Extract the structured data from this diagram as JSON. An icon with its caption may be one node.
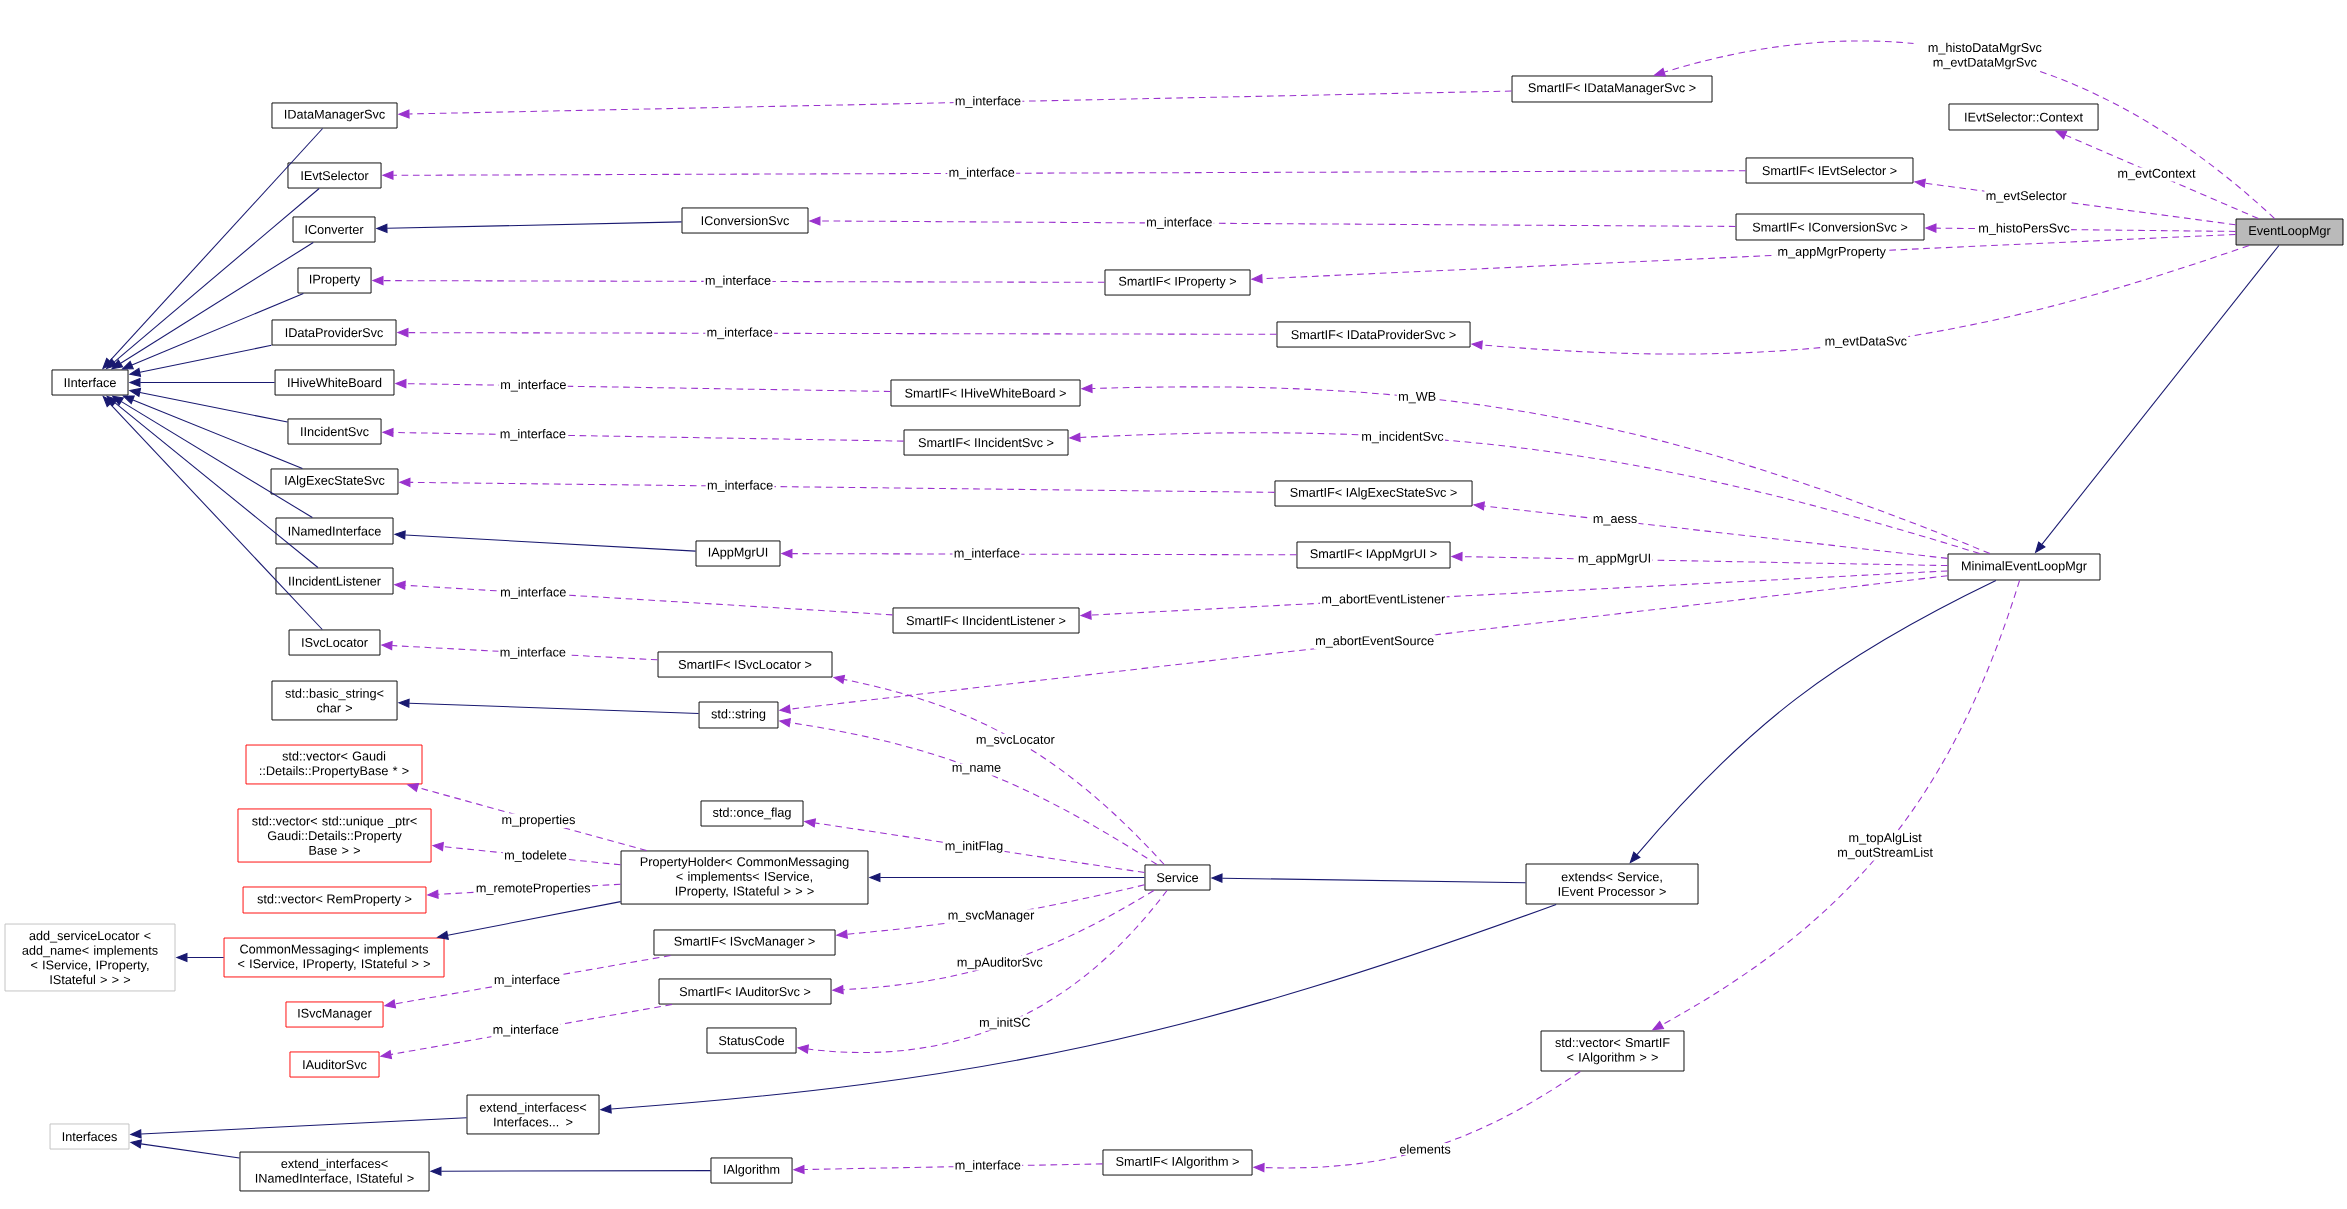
{
  "diagram": {
    "nodes": [
      {
        "text": [
          "IInterface"
        ]
      },
      {
        "text": [
          "IDataManagerSvc"
        ]
      },
      {
        "text": [
          "IEvtSelector"
        ]
      },
      {
        "text": [
          "IConverter"
        ]
      },
      {
        "text": [
          "IConversionSvc"
        ]
      },
      {
        "text": [
          "IProperty"
        ]
      },
      {
        "text": [
          "IDataProviderSvc"
        ]
      },
      {
        "text": [
          "IHiveWhiteBoard"
        ]
      },
      {
        "text": [
          "IIncidentSvc"
        ]
      },
      {
        "text": [
          "IAlgExecStateSvc"
        ]
      },
      {
        "text": [
          "INamedInterface"
        ]
      },
      {
        "text": [
          "IAppMgrUI"
        ]
      },
      {
        "text": [
          "IIncidentListener"
        ]
      },
      {
        "text": [
          "ISvcLocator"
        ]
      },
      {
        "text": [
          "std::basic_string< char >"
        ]
      },
      {
        "text": [
          "std::string"
        ]
      },
      {
        "text": [
          "std::vector< Gaudi ::Details::PropertyBase * >"
        ]
      },
      {
        "text": [
          "std::vector< std::unique _ptr< Gaudi::Details::Property Base > >"
        ]
      },
      {
        "text": [
          "std::vector< RemProperty >"
        ]
      },
      {
        "text": [
          "add_serviceLocator < add_name< implements < IService, IProperty, IStateful > > >"
        ]
      },
      {
        "text": [
          "CommonMessaging< implements < IService, IProperty, IStateful > >"
        ]
      },
      {
        "text": [
          "ISvcManager"
        ]
      },
      {
        "text": [
          "IAuditorSvc"
        ]
      },
      {
        "text": [
          "Interfaces"
        ]
      },
      {
        "text": [
          "extend_interfaces< INamedInterface, IStateful >"
        ]
      },
      {
        "text": [
          "extend_interfaces< Interfaces... >"
        ]
      },
      {
        "text": [
          "IAlgorithm"
        ]
      },
      {
        "text": [
          "SmartIF< IAlgorithm >"
        ]
      },
      {
        "text": [
          "std::once_flag"
        ]
      },
      {
        "text": [
          "PropertyHolder< CommonMessaging < implements< IService, IProperty, IStateful > > >"
        ]
      },
      {
        "text": [
          "SmartIF< ISvcManager >"
        ]
      },
      {
        "text": [
          "SmartIF< IAuditorSvc >"
        ]
      },
      {
        "text": [
          "StatusCode"
        ]
      },
      {
        "text": [
          "Service"
        ]
      },
      {
        "text": [
          "SmartIF< ISvcLocator >"
        ]
      },
      {
        "text": [
          "SmartIF< IIncidentListener >"
        ]
      },
      {
        "text": [
          "SmartIF< IDataManagerSvc >"
        ]
      },
      {
        "text": [
          "IEvtSelector::Context"
        ]
      },
      {
        "text": [
          "SmartIF< IEvtSelector >"
        ]
      },
      {
        "text": [
          "SmartIF< IConversionSvc >"
        ]
      },
      {
        "text": [
          "EventLoopMgr"
        ]
      },
      {
        "text": [
          "SmartIF< IProperty >"
        ]
      },
      {
        "text": [
          "SmartIF< IDataProviderSvc >"
        ]
      },
      {
        "text": [
          "SmartIF< IHiveWhiteBoard >"
        ]
      },
      {
        "text": [
          "SmartIF< IIncidentSvc >"
        ]
      },
      {
        "text": [
          "SmartIF< IAlgExecStateSvc >"
        ]
      },
      {
        "text": [
          "SmartIF< IAppMgrUI >"
        ]
      },
      {
        "text": [
          "MinimalEventLoopMgr"
        ]
      },
      {
        "text": [
          "extends< Service, IEvent Processor >"
        ]
      },
      {
        "text": [
          "std::vector< SmartIF < IAlgorithm > >"
        ]
      }
    ],
    "edges": [
      {
        "from": 1,
        "to": 0,
        "arrow": "to",
        "color": "#191970"
      },
      {
        "from": 2,
        "to": 0,
        "arrow": "to",
        "color": "#191970"
      },
      {
        "from": 3,
        "to": 0,
        "arrow": "to",
        "color": "#191970"
      },
      {
        "from": 5,
        "to": 0,
        "arrow": "to",
        "color": "#191970"
      },
      {
        "from": 6,
        "to": 0,
        "arrow": "to",
        "color": "#191970"
      },
      {
        "from": 7,
        "to": 0,
        "arrow": "to",
        "color": "#191970"
      },
      {
        "from": 8,
        "to": 0,
        "arrow": "to",
        "color": "#191970"
      },
      {
        "from": 9,
        "to": 0,
        "arrow": "to",
        "color": "#191970"
      },
      {
        "from": 10,
        "to": 0,
        "arrow": "to",
        "color": "#191970"
      },
      {
        "from": 12,
        "to": 0,
        "arrow": "to",
        "color": "#191970"
      },
      {
        "from": 13,
        "to": 0,
        "arrow": "to",
        "color": "#191970"
      },
      {
        "from": 4,
        "to": 3,
        "arrow": "to",
        "color": "#191970"
      },
      {
        "from": 11,
        "to": 10,
        "arrow": "to",
        "color": "#191970"
      },
      {
        "from": 15,
        "to": 14,
        "arrow": "to",
        "color": "#191970"
      },
      {
        "from": 29,
        "to": 20,
        "arrow": "to",
        "color": "#191970"
      },
      {
        "from": 20,
        "to": 19,
        "arrow": "to",
        "color": "#191970"
      },
      {
        "from": 33,
        "to": 29,
        "arrow": "to",
        "color": "#191970"
      },
      {
        "from": 48,
        "to": 33,
        "arrow": "to",
        "color": "#191970"
      },
      {
        "from": 47,
        "to": 48,
        "arrow": "to",
        "color": "#191970"
      },
      {
        "from": 40,
        "to": 47,
        "arrow": "to",
        "color": "#191970"
      },
      {
        "from": 48,
        "to": 25,
        "arrow": "to",
        "color": "#191970"
      },
      {
        "from": 25,
        "to": 23,
        "arrow": "to",
        "color": "#191970"
      },
      {
        "from": 24,
        "to": 23,
        "arrow": "to",
        "color": "#191970"
      },
      {
        "from": 26,
        "to": 24,
        "arrow": "to",
        "color": "#191970"
      },
      {
        "from": 36,
        "to": 1,
        "arrow": "to",
        "style": "dashed",
        "label": "m_interface"
      },
      {
        "from": 38,
        "to": 2,
        "arrow": "to",
        "style": "dashed",
        "label": "m_interface"
      },
      {
        "from": 39,
        "to": 4,
        "arrow": "to",
        "style": "dashed",
        "label": "m_interface"
      },
      {
        "from": 41,
        "to": 5,
        "arrow": "to",
        "style": "dashed",
        "label": "m_interface"
      },
      {
        "from": 42,
        "to": 6,
        "arrow": "to",
        "style": "dashed",
        "label": "m_interface"
      },
      {
        "from": 43,
        "to": 7,
        "arrow": "to",
        "style": "dashed",
        "label": "m_interface"
      },
      {
        "from": 44,
        "to": 8,
        "arrow": "to",
        "style": "dashed",
        "label": "m_interface"
      },
      {
        "from": 45,
        "to": 9,
        "arrow": "to",
        "style": "dashed",
        "label": "m_interface"
      },
      {
        "from": 46,
        "to": 11,
        "arrow": "to",
        "style": "dashed",
        "label": "m_interface"
      },
      {
        "from": 35,
        "to": 12,
        "arrow": "to",
        "style": "dashed",
        "label": "m_interface"
      },
      {
        "from": 34,
        "to": 13,
        "arrow": "to",
        "style": "dashed",
        "label": "m_interface"
      },
      {
        "from": 30,
        "to": 21,
        "arrow": "to",
        "style": "dashed",
        "label": "m_interface"
      },
      {
        "from": 31,
        "to": 22,
        "arrow": "to",
        "style": "dashed",
        "label": "m_interface"
      },
      {
        "from": 27,
        "to": 26,
        "arrow": "to",
        "style": "dashed",
        "label": "m_interface"
      },
      {
        "from": 40,
        "to": 36,
        "arrow": "to",
        "style": "dashed",
        "label": "m_histoDataMgrSvc m_evtDataMgrSvc"
      },
      {
        "from": 40,
        "to": 37,
        "arrow": "to",
        "style": "dashed",
        "label": "m_evtContext"
      },
      {
        "from": 40,
        "to": 38,
        "arrow": "to",
        "style": "dashed",
        "label": "m_evtSelector"
      },
      {
        "from": 40,
        "to": 39,
        "arrow": "to",
        "style": "dashed",
        "label": "m_histoPersSvc"
      },
      {
        "from": 40,
        "to": 41,
        "arrow": "to",
        "style": "dashed",
        "label": "m_appMgrProperty"
      },
      {
        "from": 40,
        "to": 42,
        "arrow": "to",
        "style": "dashed",
        "label": "m_evtDataSvc"
      },
      {
        "from": 47,
        "to": 43,
        "arrow": "to",
        "style": "dashed",
        "label": "m_WB"
      },
      {
        "from": 47,
        "to": 44,
        "arrow": "to",
        "style": "dashed",
        "label": "m_incidentSvc"
      },
      {
        "from": 47,
        "to": 45,
        "arrow": "to",
        "style": "dashed",
        "label": "m_aess"
      },
      {
        "from": 47,
        "to": 46,
        "arrow": "to",
        "style": "dashed",
        "label": "m_appMgrUI"
      },
      {
        "from": 47,
        "to": 35,
        "arrow": "to",
        "style": "dashed",
        "label": "m_abortEventListener"
      },
      {
        "from": 47,
        "to": 15,
        "arrow": "to",
        "style": "dashed",
        "label": "m_abortEventSource"
      },
      {
        "from": 47,
        "to": 49,
        "arrow": "to",
        "style": "dashed",
        "label": "m_topAlgList m_outStreamList"
      },
      {
        "from": 49,
        "to": 27,
        "arrow": "to",
        "style": "dashed",
        "label": "elements"
      },
      {
        "from": 33,
        "to": 34,
        "arrow": "to",
        "style": "dashed",
        "label": "m_svcLocator"
      },
      {
        "from": 33,
        "to": 15,
        "arrow": "to",
        "style": "dashed",
        "label": "m_name"
      },
      {
        "from": 33,
        "to": 28,
        "arrow": "to",
        "style": "dashed",
        "label": "m_initFlag"
      },
      {
        "from": 33,
        "to": 30,
        "arrow": "to",
        "style": "dashed",
        "label": "m_svcManager"
      },
      {
        "from": 33,
        "to": 31,
        "arrow": "to",
        "style": "dashed",
        "label": "m_pAuditorSvc"
      },
      {
        "from": 33,
        "to": 32,
        "arrow": "to",
        "style": "dashed",
        "label": "m_initSC"
      },
      {
        "from": 29,
        "to": 16,
        "arrow": "to",
        "style": "dashed",
        "label": "m_properties"
      },
      {
        "from": 29,
        "to": 17,
        "arrow": "to",
        "style": "dashed",
        "label": "m_todelete"
      },
      {
        "from": 29,
        "to": 18,
        "arrow": "to",
        "style": "dashed",
        "label": "m_remoteProperties"
      }
    ]
  }
}
